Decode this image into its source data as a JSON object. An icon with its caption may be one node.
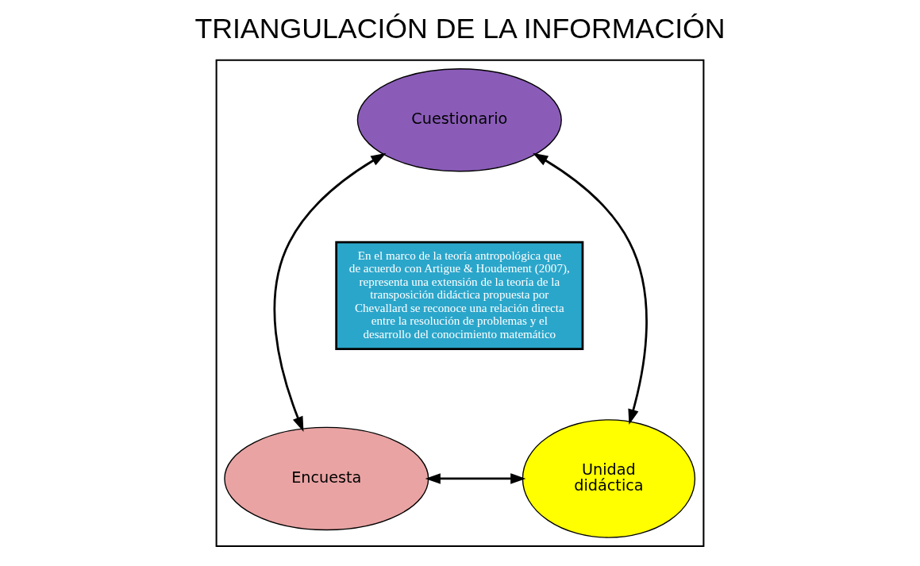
{
  "diagram": {
    "title": "TRIANGULACIÓN DE LA INFORMACIÓN",
    "nodes": [
      {
        "text": [],
        "shape": "box"
      },
      {
        "text": [
          "Cuestionario"
        ],
        "in": 0
      },
      {
        "text": [
          "Encuesta"
        ],
        "in": 0
      },
      {
        "text": [
          "Unidad didáctica"
        ],
        "in": 0
      },
      {
        "text": [
          "En el marco de la teoría antropológica que de acuerdo con Artigue & Houdement (2007), representa una extensión de la teoría de la transposición didáctica propuesta por Chevallard se reconoce una relación directa entre la resolución de problemas y el desarrollo del conocimiento matemático"
        ],
        "in": 0
      }
    ],
    "edges": [
      {
        "from": 1,
        "to": 2,
        "arrow": "both"
      },
      {
        "from": 1,
        "to": 3,
        "arrow": "both"
      },
      {
        "from": 2,
        "to": 3,
        "arrow": "both"
      }
    ]
  }
}
